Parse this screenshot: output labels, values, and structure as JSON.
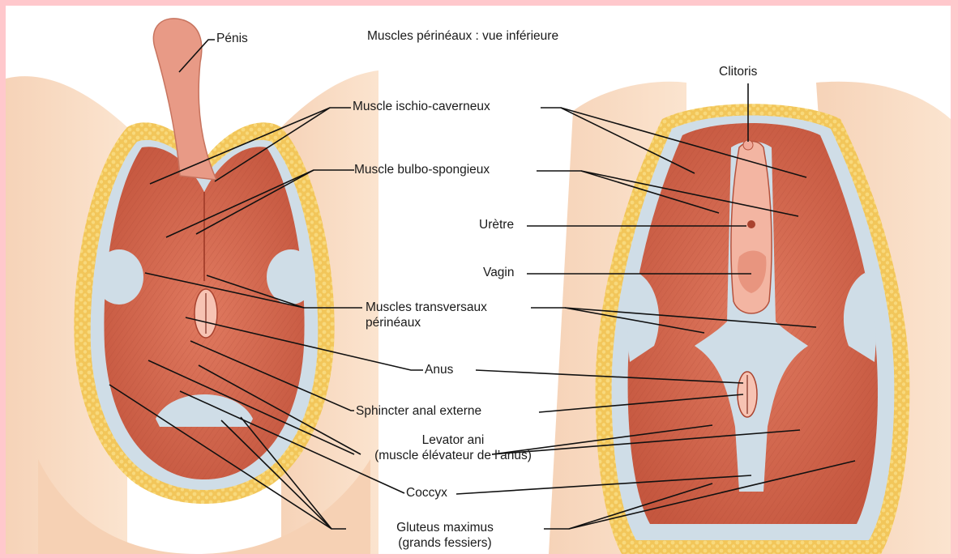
{
  "title": "Muscles périnéaux : vue inférieure",
  "labels": {
    "penis": "Pénis",
    "clitoris": "Clitoris",
    "ischio": "Muscle ischio-caverneux",
    "bulbo": "Muscle bulbo-spongieux",
    "uretre": "Urètre",
    "vagin": "Vagin",
    "transversaux_1": "Muscles transversaux",
    "transversaux_2": "périnéaux",
    "anus": "Anus",
    "sphincter": "Sphincter anal externe",
    "levator_1": "Levator ani",
    "levator_2": "(muscle élévateur de l’anus)",
    "coccyx": "Coccyx",
    "gluteus_1": "Gluteus maximus",
    "gluteus_2": "(grands fessiers)"
  },
  "colors": {
    "border": "#ffc8cc",
    "skin": "#f8dcc4",
    "fat": "#f4cb5e",
    "muscle": "#d5684e",
    "muscle_dark": "#b24a35",
    "fascia": "#c9d9e4",
    "penis": "#e89a86"
  }
}
